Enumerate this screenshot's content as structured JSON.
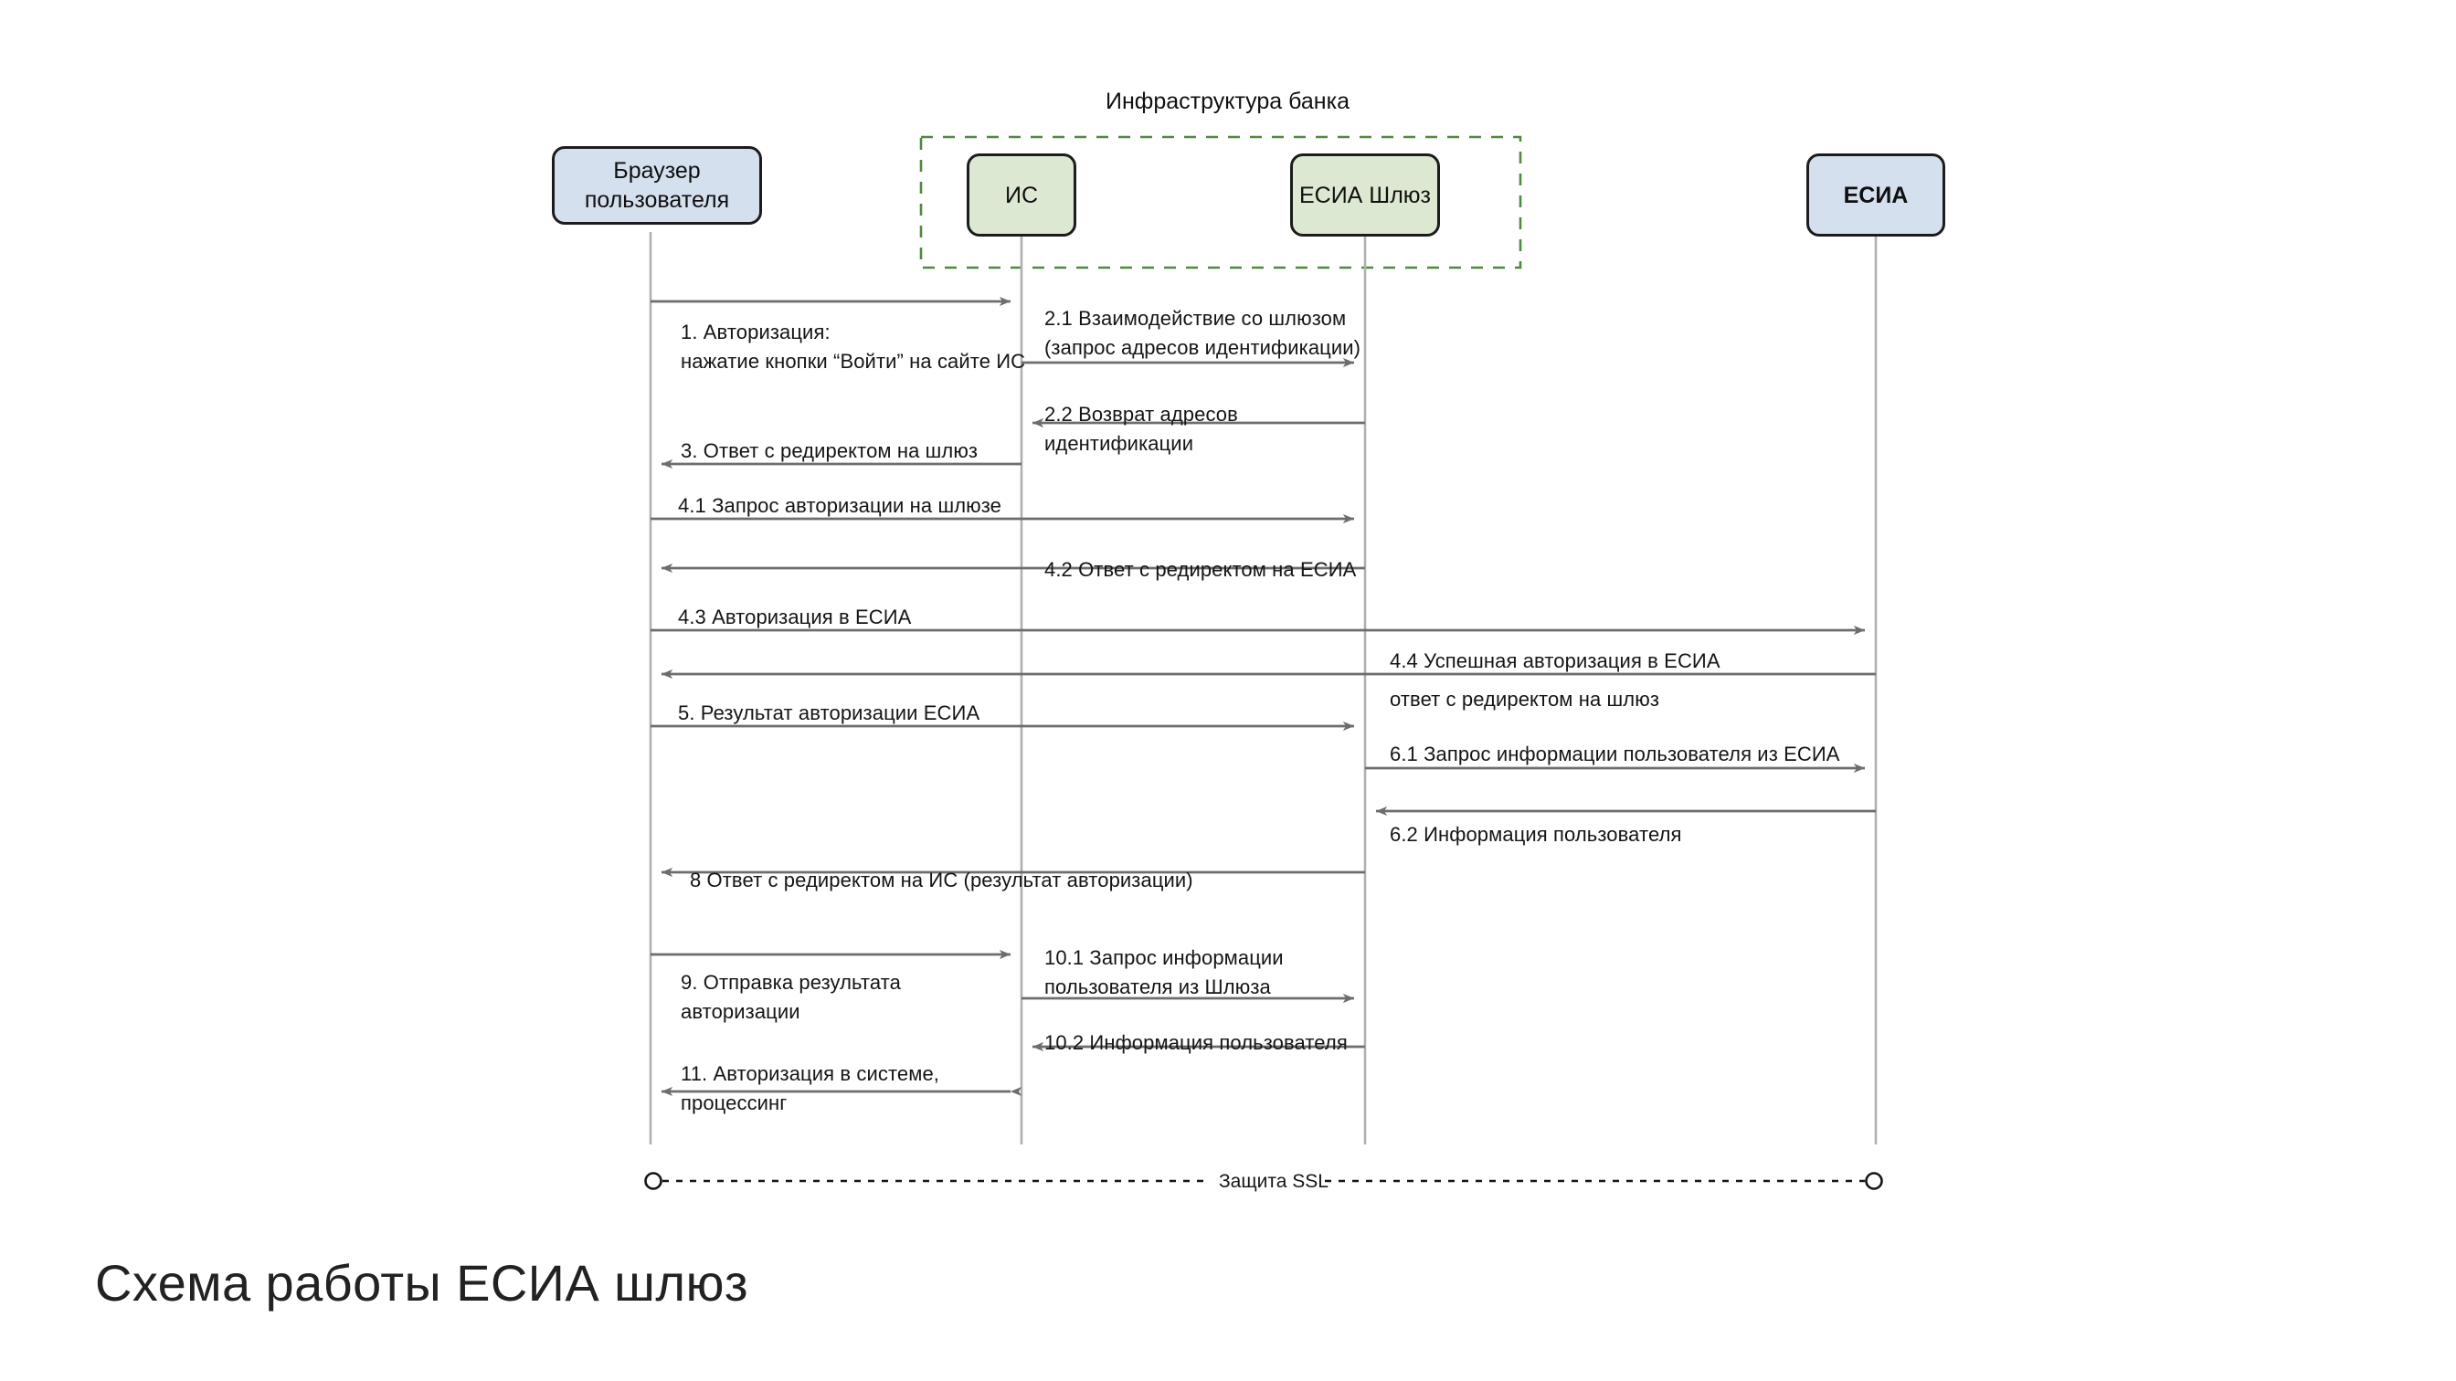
{
  "diagram": {
    "title": "Схема работы ЕСИА шлюз",
    "group": {
      "label": "Инфраструктура банка",
      "border_color": "#4e8a3e"
    },
    "colors": {
      "participant_blue": "#d5e0ef",
      "participant_green": "#dde8d2",
      "participant_border": "#1c1c1c",
      "lifeline": "#b0b0b0",
      "arrow": "#6d6d6d",
      "text": "#151515",
      "title": "#222222"
    },
    "participants": [
      {
        "id": "browser",
        "label": "Браузер\nпользователя",
        "fill": "blue",
        "bold": false
      },
      {
        "id": "is",
        "label": "ИС",
        "fill": "green",
        "bold": false
      },
      {
        "id": "gateway",
        "label": "ЕСИА Шлюз",
        "fill": "green",
        "bold": false
      },
      {
        "id": "esia",
        "label": "ЕСИА",
        "fill": "blue",
        "bold": true
      }
    ],
    "messages": [
      {
        "n": 1,
        "label": "1. Авторизация:\nнажатие кнопки “Войти” на сайте ИС",
        "from": "browser",
        "to": "is",
        "direction": "right"
      },
      {
        "n": 2,
        "label": "2.1 Взаимодействие со шлюзом\n(запрос адресов идентификации)",
        "from": "is",
        "to": "gateway",
        "direction": "right"
      },
      {
        "n": 3,
        "label": "2.2 Возврат адресов\nидентификации",
        "from": "gateway",
        "to": "is",
        "direction": "left"
      },
      {
        "n": 4,
        "label": "3. Ответ с редиректом на шлюз",
        "from": "is",
        "to": "browser",
        "direction": "left"
      },
      {
        "n": 5,
        "label": "4.1 Запрос авторизации на шлюзе",
        "from": "browser",
        "to": "gateway",
        "direction": "right"
      },
      {
        "n": 6,
        "label": "4.2 Ответ с редиректом на ЕСИА",
        "from": "gateway",
        "to": "browser",
        "direction": "left"
      },
      {
        "n": 7,
        "label": "4.3 Авторизация в ЕСИА",
        "from": "browser",
        "to": "esia",
        "direction": "right"
      },
      {
        "n": 8,
        "label": "4.4 Успешная авторизация в ЕСИА",
        "from": "esia",
        "to": "browser",
        "direction": "left"
      },
      {
        "n": 9,
        "label": "ответ с редиректом на шлюз",
        "from": "",
        "to": "",
        "direction": "none"
      },
      {
        "n": 10,
        "label": "5. Результат авторизации ЕСИА",
        "from": "browser",
        "to": "gateway",
        "direction": "right"
      },
      {
        "n": 11,
        "label": "6.1 Запрос информации пользователя из ЕСИА",
        "from": "gateway",
        "to": "esia",
        "direction": "right"
      },
      {
        "n": 12,
        "label": "6.2 Информация пользователя",
        "from": "esia",
        "to": "gateway",
        "direction": "left"
      },
      {
        "n": 13,
        "label": "8 Ответ с редиректом на ИС (результат авторизации)",
        "from": "gateway",
        "to": "browser",
        "direction": "left"
      },
      {
        "n": 14,
        "label": "9. Отправка результата\nавторизации",
        "from": "browser",
        "to": "is",
        "direction": "right"
      },
      {
        "n": 15,
        "label": "10.1 Запрос информации\nпользователя из Шлюза",
        "from": "is",
        "to": "gateway",
        "direction": "right"
      },
      {
        "n": 16,
        "label": "10.2 Информация пользователя",
        "from": "gateway",
        "to": "is",
        "direction": "left"
      },
      {
        "n": 17,
        "label": "11. Авторизация в системе,\nпроцессинг",
        "from": "is",
        "to": "browser",
        "direction": "both"
      }
    ],
    "ssl": {
      "label": "Защита SSL"
    }
  }
}
